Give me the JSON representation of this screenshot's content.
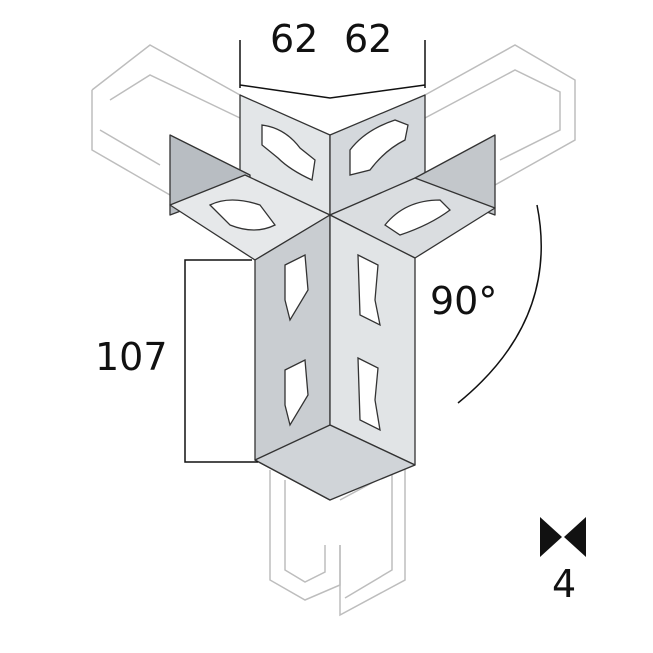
{
  "dimensions": {
    "width_left": "62",
    "width_right": "62",
    "height": "107",
    "angle": "90°"
  },
  "packaging": {
    "icon": "bowtie-quantity-icon",
    "quantity": "4"
  },
  "colors": {
    "metal_light": "#e6e8ea",
    "metal_mid": "#c9cdd1",
    "metal_dark": "#9ea4aa",
    "channel_outline": "#b8b8b8",
    "ink": "#111111"
  }
}
